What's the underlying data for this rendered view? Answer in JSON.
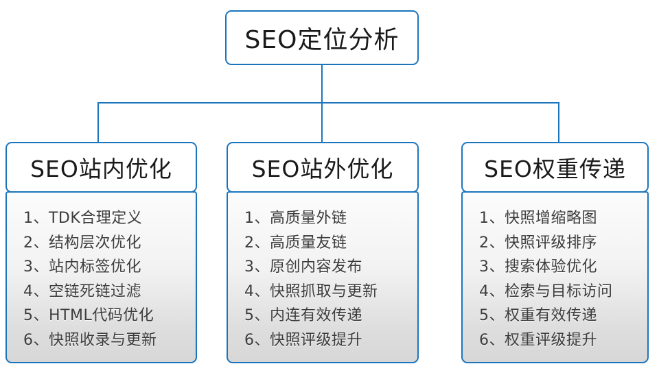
{
  "title": "SEO定位分析",
  "colors": {
    "connector_blue": "#1b75bc",
    "node_border_blue": "#1b75bc",
    "node_background": "#ffffff",
    "list_gradient_top": "#fcfcfc",
    "list_gradient_bottom": "#d7d7d7",
    "heading_text": "#1a1a1a",
    "list_text": "#3c3c3c"
  },
  "root": {
    "label": "SEO定位分析"
  },
  "columns": [
    {
      "header": "SEO站内优化",
      "items": [
        "1、TDK合理定义",
        "2、结构层次优化",
        "3、站内标签优化",
        "4、空链死链过滤",
        "5、HTML代码优化",
        "6、快照收录与更新"
      ]
    },
    {
      "header": "SEO站外优化",
      "items": [
        "1、高质量外链",
        "2、高质量友链",
        "3、原创内容发布",
        "4、快照抓取与更新",
        "5、内连有效传递",
        "6、快照评级提升"
      ]
    },
    {
      "header": "SEO权重传递",
      "items": [
        "1、快照增缩略图",
        "2、快照评级排序",
        "3、搜索体验优化",
        "4、检索与目标访问",
        "5、权重有效传递",
        "6、权重评级提升"
      ]
    }
  ]
}
